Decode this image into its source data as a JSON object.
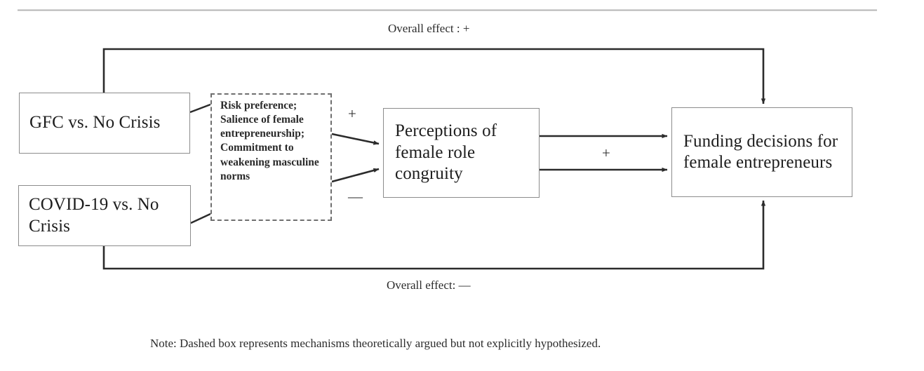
{
  "figure": {
    "type": "conceptual-model-diagram",
    "note": "Note: Dashed box represents mechanisms theoretically argued but not explicitly hypothesized.",
    "colors": {
      "line": "#3a3a3a",
      "box_border": "#8c8c8c",
      "dashed_border": "#6f6f6f",
      "text": "#1d1d1d",
      "background": "#ffffff"
    }
  },
  "nodes": {
    "gfc": {
      "label": "GFC vs. No Crisis",
      "style": "solid-box"
    },
    "covid": {
      "label": "COVID-19 vs. No Crisis",
      "style": "solid-box"
    },
    "mechanisms": {
      "label": "Risk preference; Salience of female entrepreneurship; Commitment to weakening masculine norms",
      "style": "dashed-box"
    },
    "perceptions": {
      "label": "Perceptions of female role congruity",
      "style": "solid-box"
    },
    "funding": {
      "label": "Funding decisions for female entrepreneurs",
      "style": "solid-box"
    }
  },
  "edge_labels": {
    "gfc_to_perceptions": "+",
    "covid_to_perceptions": "—",
    "perceptions_to_funding": "+",
    "overall_top": "Overall effect : +",
    "overall_bottom": "Overall effect: —"
  },
  "edges": [
    {
      "from": "gfc",
      "to": "mechanisms",
      "sign": "",
      "arrow": false
    },
    {
      "from": "covid",
      "to": "mechanisms",
      "sign": "",
      "arrow": false
    },
    {
      "from": "mechanisms",
      "to": "perceptions",
      "sign": "+",
      "arrow": true
    },
    {
      "from": "mechanisms",
      "to": "perceptions",
      "sign": "—",
      "arrow": true
    },
    {
      "from": "perceptions",
      "to": "funding",
      "sign": "+",
      "arrow": true
    },
    {
      "from": "perceptions",
      "to": "funding",
      "sign": "+",
      "arrow": true
    },
    {
      "from": "gfc",
      "to": "funding",
      "sign": "+",
      "arrow": true,
      "route": "top"
    },
    {
      "from": "covid",
      "to": "funding",
      "sign": "—",
      "arrow": true,
      "route": "bottom"
    }
  ]
}
